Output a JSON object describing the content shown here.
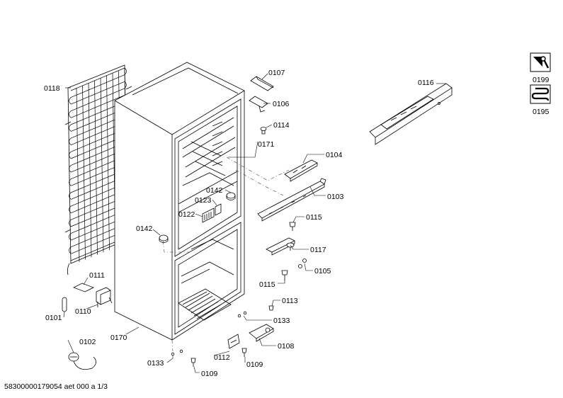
{
  "parts": {
    "p0101": "0101",
    "p0102": "0102",
    "p0103": "0103",
    "p0104": "0104",
    "p0105": "0105",
    "p0106": "0106",
    "p0107": "0107",
    "p0108": "0108",
    "p0109a": "0109",
    "p0109b": "0109",
    "p0110": "0110",
    "p0111": "0111",
    "p0112": "0112",
    "p0113": "0113",
    "p0114": "0114",
    "p0115a": "0115",
    "p0115b": "0115",
    "p0116": "0116",
    "p0117": "0117",
    "p0118": "0118",
    "p0122": "0122",
    "p0123": "0123",
    "p0133a": "0133",
    "p0133b": "0133",
    "p0142a": "0142",
    "p0142b": "0142",
    "p0170": "0170",
    "p0171": "0171"
  },
  "legend": {
    "service": "0199",
    "evaporator": "0195",
    "service_icon": "wrench-icon",
    "evaporator_icon": "coil-icon"
  },
  "footer": "58300000179054 aet 000 a 1/3"
}
